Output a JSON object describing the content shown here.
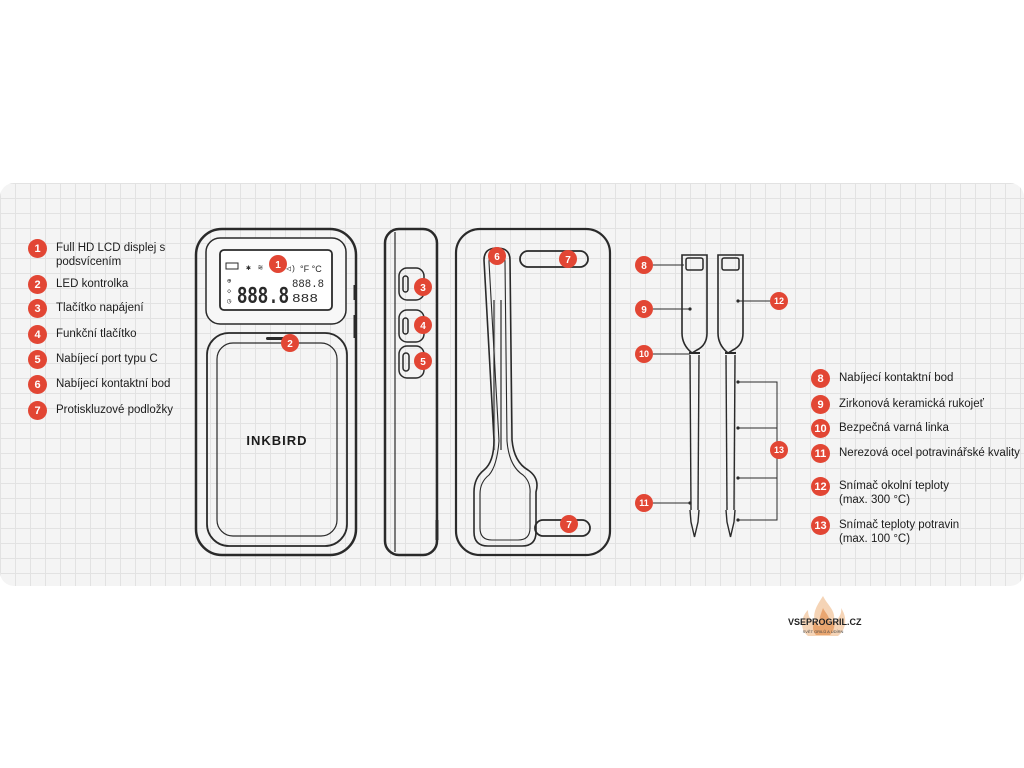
{
  "brand": "INKBIRD",
  "display": {
    "unit": "°F °C",
    "main_digits": "888.8",
    "small_digits_top": "888.8",
    "small_digits_bottom": "888"
  },
  "legend_left": [
    {
      "num": "1",
      "label": "Full HD LCD displej s podsvícením"
    },
    {
      "num": "2",
      "label": "LED kontrolka"
    },
    {
      "num": "3",
      "label": "Tlačítko napájení"
    },
    {
      "num": "4",
      "label": "Funkční tlačítko"
    },
    {
      "num": "5",
      "label": "Nabíjecí port typu C"
    },
    {
      "num": "6",
      "label": "Nabíjecí kontaktní bod"
    },
    {
      "num": "7",
      "label": "Protiskluzové podložky"
    }
  ],
  "legend_right": [
    {
      "num": "8",
      "label": "Nabíjecí kontaktní bod"
    },
    {
      "num": "9",
      "label": "Zirkonová keramická rukojeť"
    },
    {
      "num": "10",
      "label": "Bezpečná varná linka"
    },
    {
      "num": "11",
      "label": "Nerezová ocel potravinářské kvality"
    },
    {
      "num": "12",
      "label": "Snímač okolní teploty (max. 300 °C)"
    },
    {
      "num": "13",
      "label": "Snímač teploty potravin (max. 100 °C)"
    }
  ],
  "callouts": {
    "c1": "1",
    "c2": "2",
    "c3": "3",
    "c4": "4",
    "c5": "5",
    "c6": "6",
    "c7a": "7",
    "c7b": "7",
    "c8": "8",
    "c9": "9",
    "c10": "10",
    "c11": "11",
    "c12": "12",
    "c13": "13"
  },
  "logo": {
    "name": "VSEPROGRIL.CZ",
    "tagline": "SVĚT GRILŮ A UDÍRN"
  },
  "colors": {
    "accent": "#e24634",
    "outline": "#2a2a2a",
    "panel": "#f4f4f4"
  }
}
